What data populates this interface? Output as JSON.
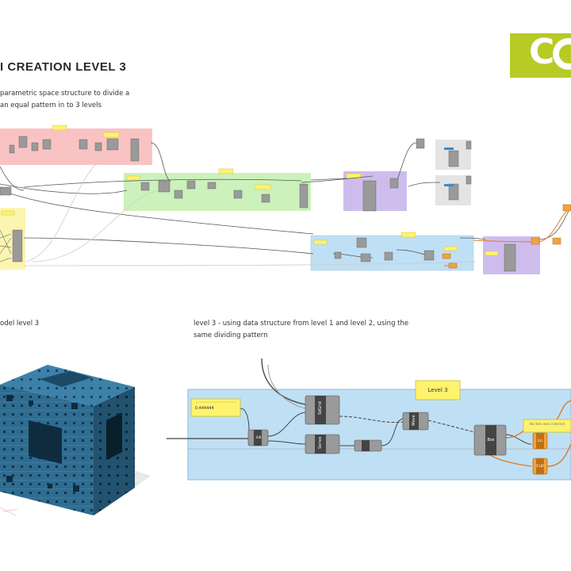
{
  "header": {
    "title": "I CREATION LEVEL 3",
    "description": [
      "parametric space structure to divide a",
      "an equal pattern in to 3 levels"
    ]
  },
  "logo": {
    "text": "C",
    "color": "#b8ca24"
  },
  "captions": {
    "model_level": "odel level 3",
    "level3_line1": "level 3 - using data structure from level 1 and level 2, using the",
    "level3_line2": "same dividing pattern"
  },
  "detail": {
    "note_label": "Level 3",
    "slider_value": "0.444444",
    "nodes": {
      "subgrid": "SdGrid",
      "series": "Series",
      "ab": "A/B",
      "move": "Move",
      "box": "Box",
      "line": "Ln",
      "cull": "Cull",
      "panel_text": "No data was collected"
    }
  },
  "colors": {
    "pink_group": "#f9bcbc",
    "green_group": "#c6f0b4",
    "purple_group": "#c9b6ea",
    "blue_group": "#bfe0f4",
    "yellow_group": "#fbf5b0",
    "cube": "#2f6c90"
  }
}
